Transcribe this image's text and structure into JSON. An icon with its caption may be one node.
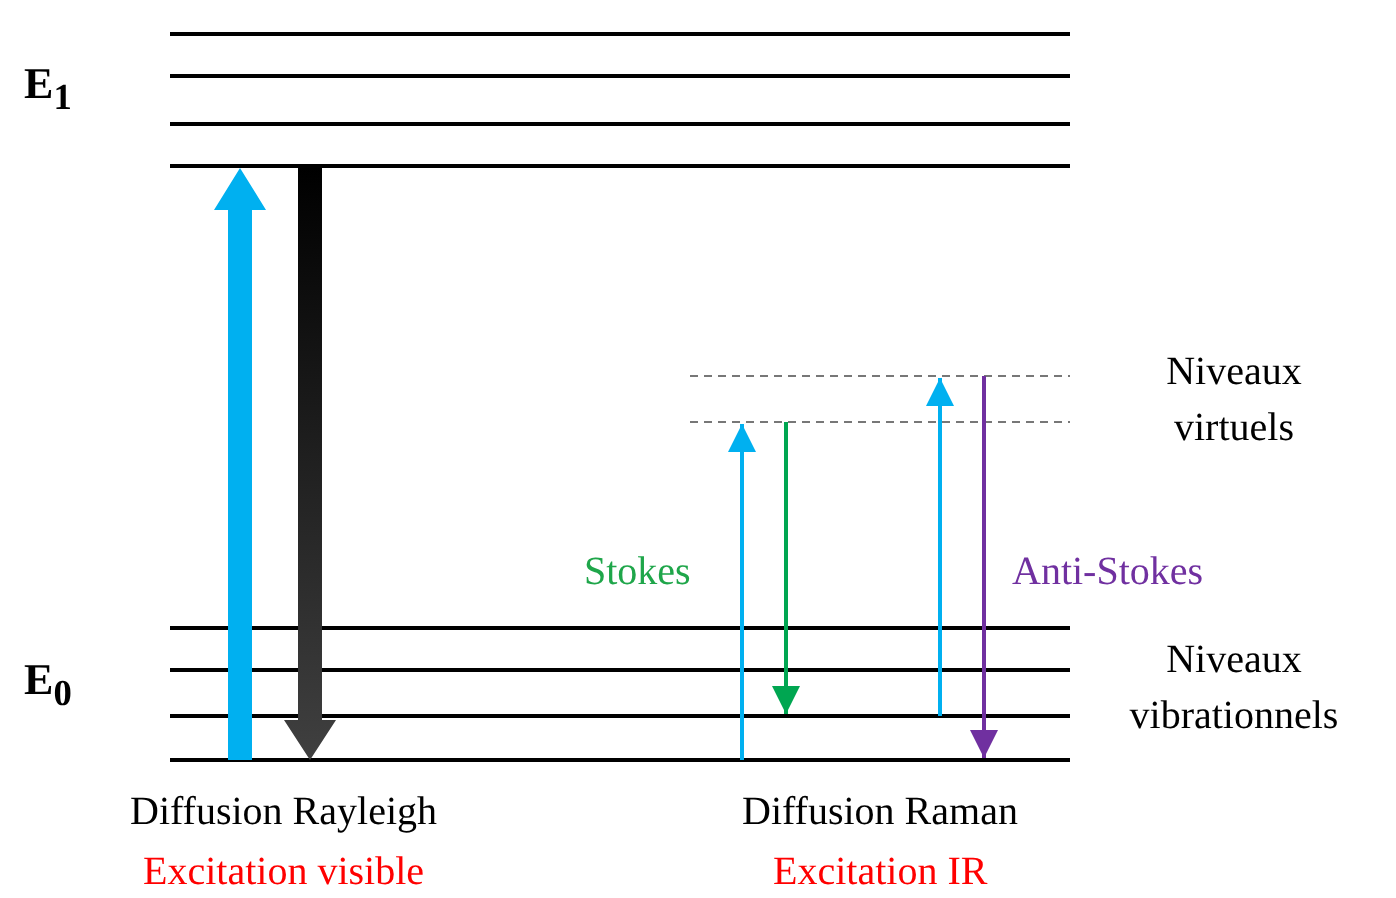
{
  "diagram": {
    "labels": [
      "E$_{1}$",
      "Niveaux virtuels",
      "Stokes",
      "Anti-Stokes",
      "E$_{0}$",
      "Niveaux vibrationnels",
      "Diffusion Rayleigh",
      "Diffusion Raman",
      "Excitation visible",
      "Excitation IR"
    ]
  }
}
